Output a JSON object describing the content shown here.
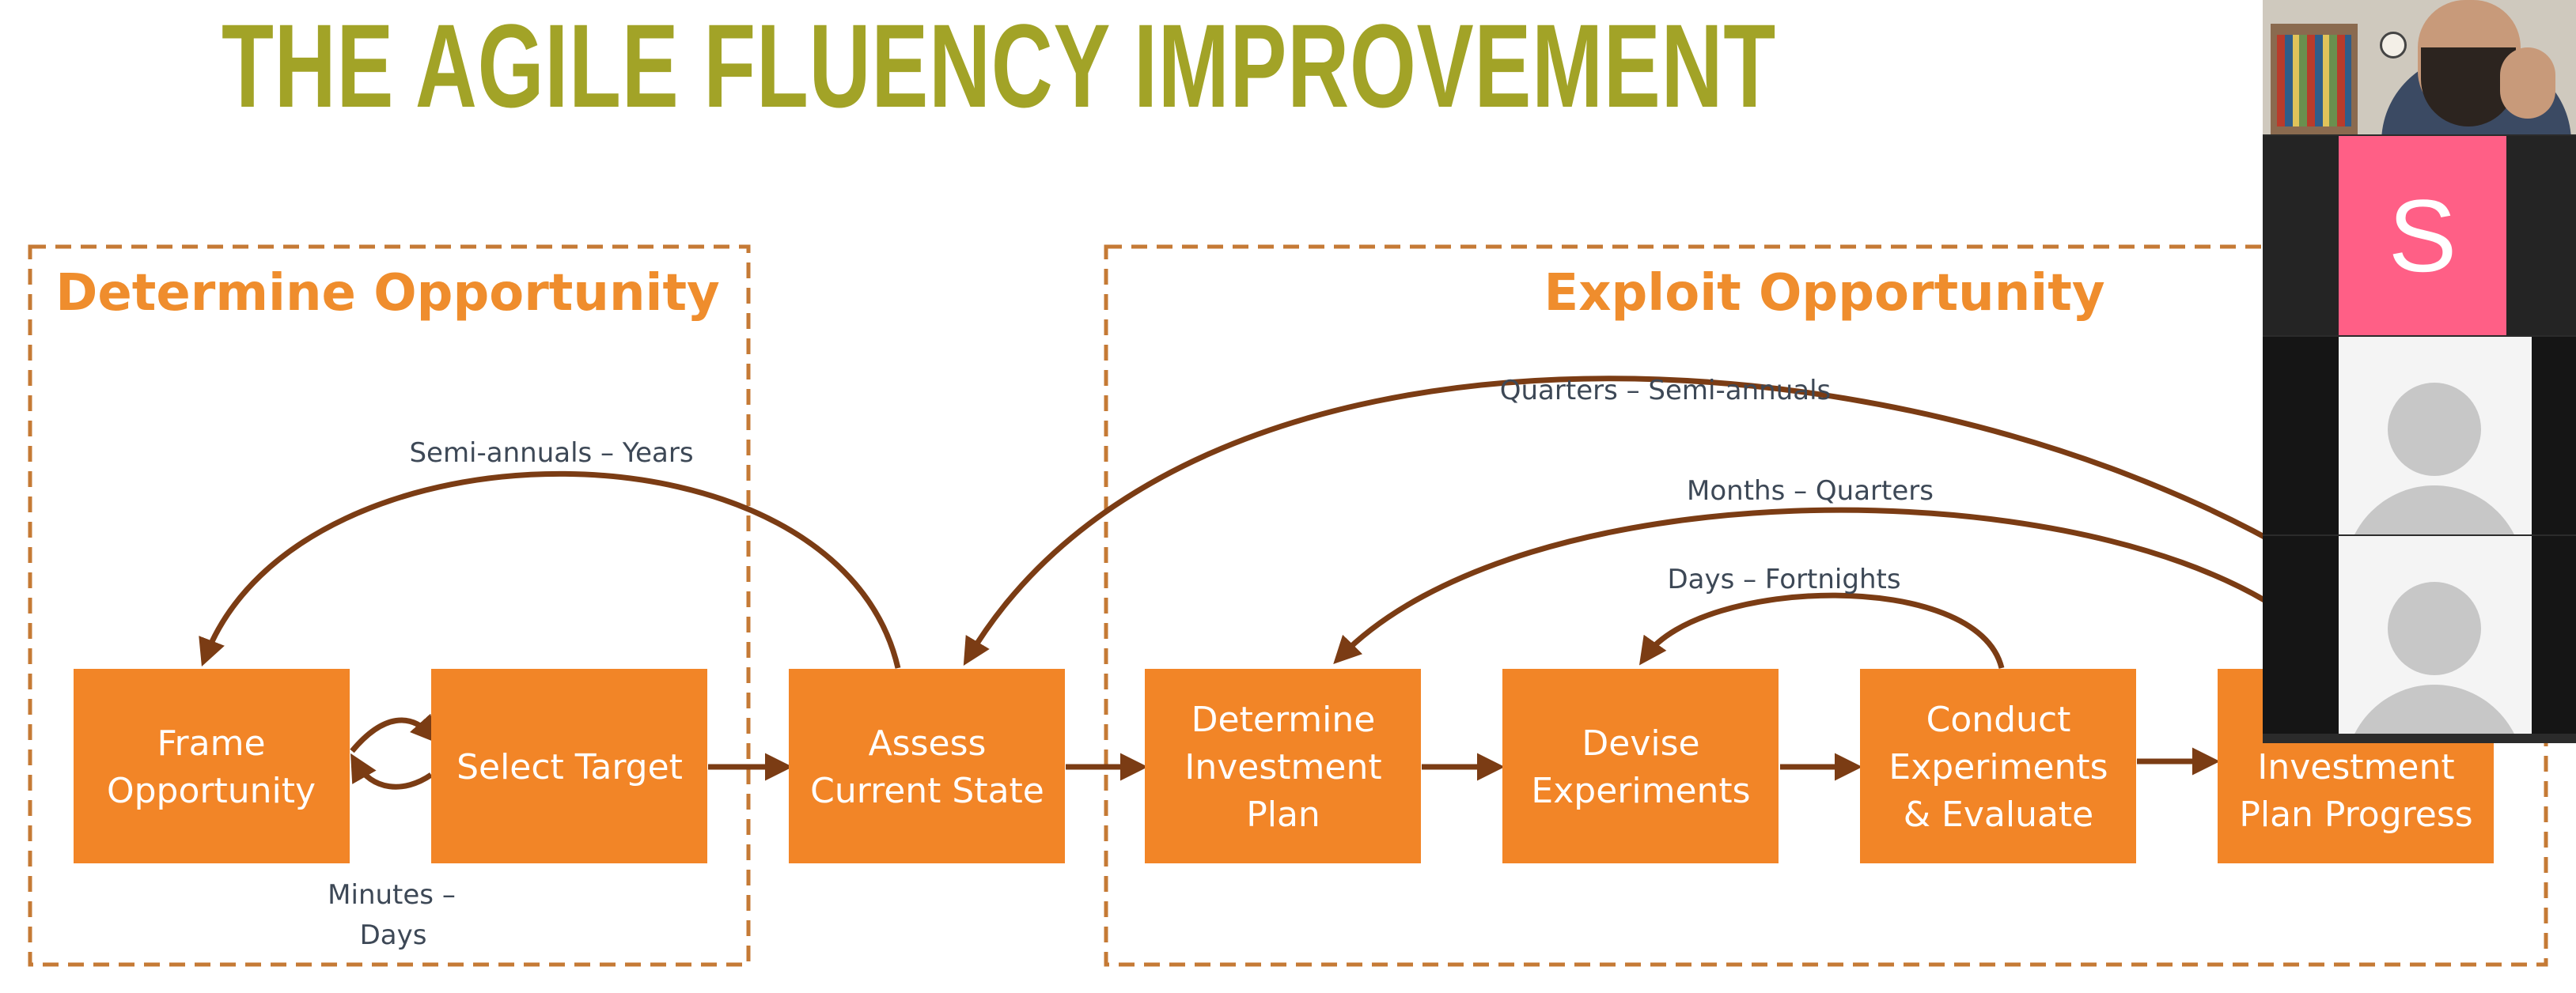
{
  "slide": {
    "title": "THE AGILE FLUENCY IMPROVEMENT CYCL",
    "sections": {
      "determine": {
        "title": "Determine Opportunity"
      },
      "exploit": {
        "title": "Exploit Opportunity"
      }
    },
    "frequencies": {
      "semiannual_years": "Semi-annuals – Years",
      "quarters_semiannuals": "Quarters – Semi-annuals",
      "months_quarters": "Months – Quarters",
      "days_fortnights": "Days – Fortnights",
      "minutes": "Minutes –",
      "days": "Days"
    },
    "boxes": {
      "frame": {
        "line1": "Frame",
        "line2": "Opportunity"
      },
      "select": {
        "line1": "Select Target"
      },
      "assess": {
        "line1": "Assess",
        "line2": "Current State"
      },
      "determine": {
        "line1": "Determine",
        "line2": "Investment",
        "line3": "Plan"
      },
      "devise": {
        "line1": "Devise",
        "line2": "Experiments"
      },
      "conduct": {
        "line1": "Conduct",
        "line2": "Experiments",
        "line3": "& Evaluate"
      },
      "investment": {
        "line1": "Investment",
        "line2": "Plan Progress"
      }
    }
  },
  "video_call": {
    "participant_s_initial": "S"
  },
  "colors": {
    "title": "#a2a327",
    "box_fill": "#f28527",
    "section_title": "#ef8d2d",
    "arrow": "#7b3c14",
    "dashed_border": "#c57a35",
    "avatar_s": "#ff5f86"
  }
}
